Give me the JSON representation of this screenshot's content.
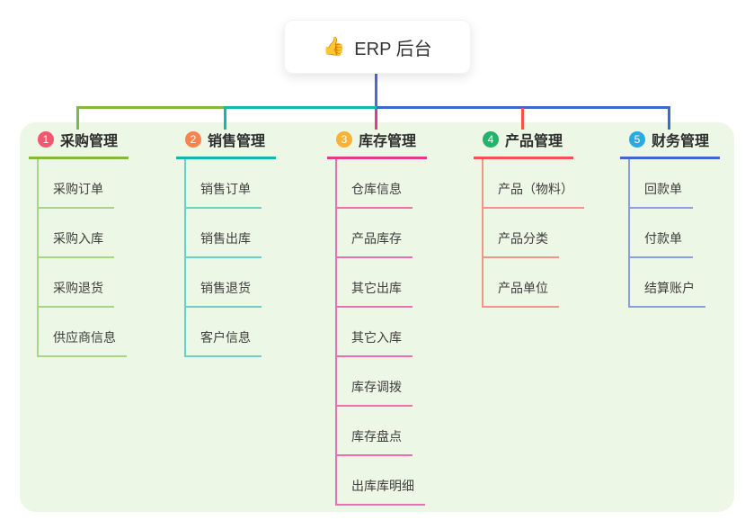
{
  "root": {
    "icon": "👍",
    "label": "ERP 后台"
  },
  "colors": {
    "panel_bg": "#ecf7e5",
    "stem": "#5565d6"
  },
  "branches": [
    {
      "badge": "1",
      "title": "采购管理",
      "badge_color": "#f4566e",
      "line_color": "#7dba3f",
      "child_line_color": "#a8d685",
      "children": [
        "采购订单",
        "采购入库",
        "采购退货",
        "供应商信息"
      ]
    },
    {
      "badge": "2",
      "title": "销售管理",
      "badge_color": "#f8834d",
      "line_color": "#13b7ae",
      "child_line_color": "#6fcfc7",
      "children": [
        "销售订单",
        "销售出库",
        "销售退货",
        "客户信息"
      ]
    },
    {
      "badge": "3",
      "title": "库存管理",
      "badge_color": "#f9b233",
      "line_color": "#e03a92",
      "child_line_color": "#ee6fb0",
      "children": [
        "仓库信息",
        "产品库存",
        "其它出库",
        "其它入库",
        "库存调拨",
        "库存盘点",
        "出库库明细"
      ]
    },
    {
      "badge": "4",
      "title": "产品管理",
      "badge_color": "#25b36b",
      "line_color": "#f6524b",
      "child_line_color": "#f5928c",
      "children": [
        "产品（物料）",
        "产品分类",
        "产品单位"
      ]
    },
    {
      "badge": "5",
      "title": "财务管理",
      "badge_color": "#2ba9e1",
      "line_color": "#3d68d2",
      "child_line_color": "#8aa0de",
      "children": [
        "回款单",
        "付款单",
        "结算账户"
      ]
    }
  ]
}
